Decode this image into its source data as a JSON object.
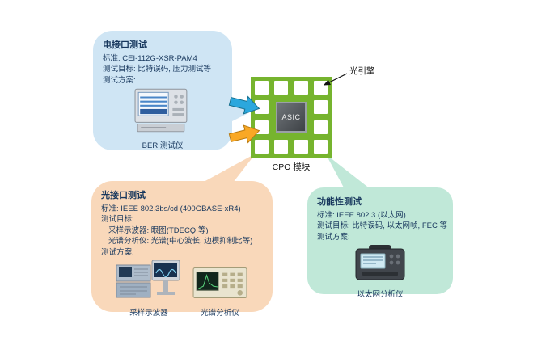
{
  "center": {
    "asic_label": "ASIC",
    "module_label": "CPO 模块",
    "engine_label": "光引擎"
  },
  "electrical": {
    "title": "电接口测试",
    "standard": "标准: CEI-112G-XSR-PAM4",
    "target": "测试目标: 比特误码, 压力测试等",
    "solution": "测试方案:",
    "instrument": "BER 测试仪"
  },
  "optical": {
    "title": "光接口测试",
    "standard": "标准: IEEE 802.3bs/cd (400GBASE-xR4)",
    "target": "测试目标:",
    "line1": "采样示波器: 眼图(TDECQ 等)",
    "line2": "光谱分析仪: 光谱(中心波长, 边模抑制比等)",
    "solution": "测试方案:",
    "instrument1": "采样示波器",
    "instrument2": "光谱分析仪"
  },
  "functional": {
    "title": "功能性测试",
    "standard": "标准: IEEE 802.3 (以太网)",
    "target": "测试目标: 比特误码, 以太网帧, FEC 等",
    "solution": "测试方案:",
    "instrument": "以太网分析仪"
  },
  "colors": {
    "electrical_bubble": "#cfe5f4",
    "optical_bubble": "#f9d8ba",
    "functional_bubble": "#c0e8d8",
    "module_green": "#76b42e",
    "asic_gray": "#3e4246",
    "arrow_blue": "#2ba7dd",
    "arrow_orange": "#f9a825"
  }
}
